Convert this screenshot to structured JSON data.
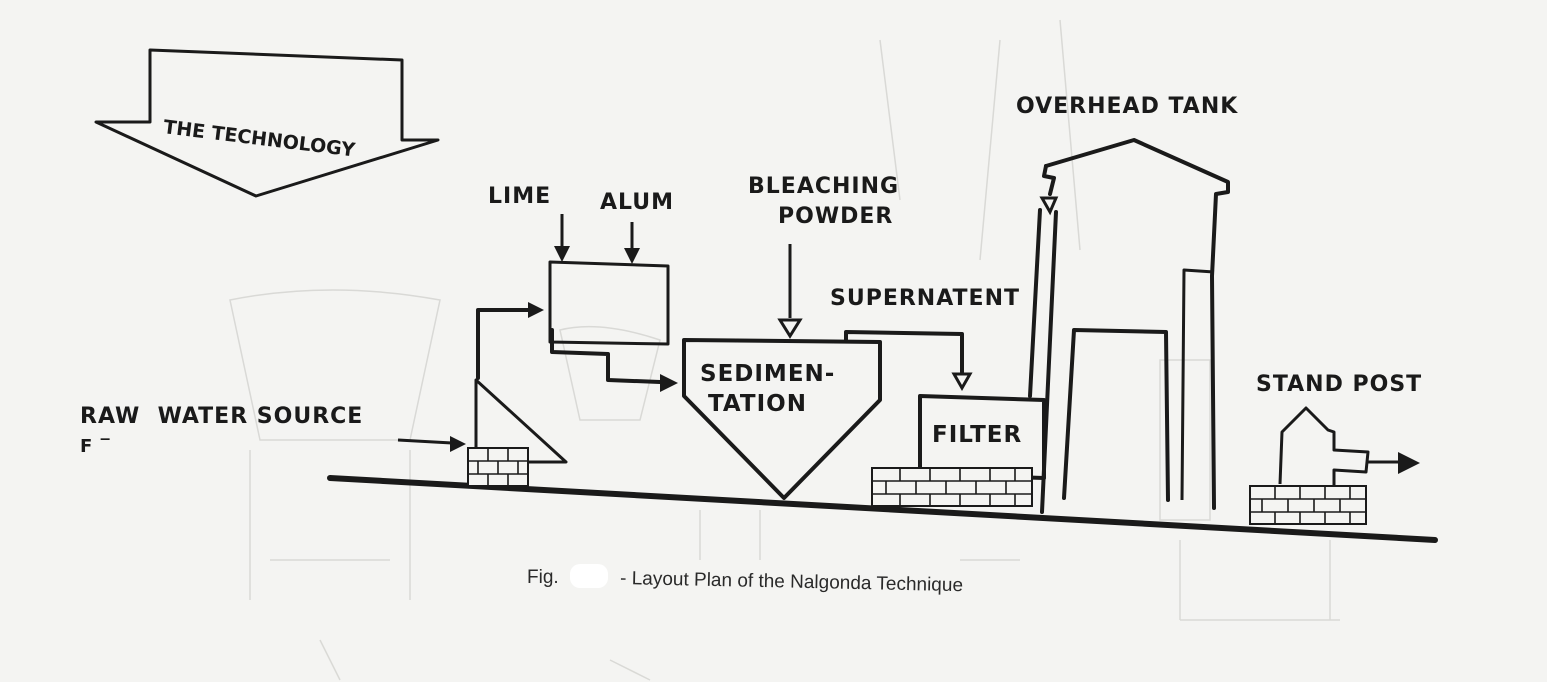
{
  "diagram": {
    "banner": "THE TECHNOLOGY",
    "labels": {
      "lime": "LIME",
      "alum": "ALUM",
      "bleaching_1": "BLEACHING",
      "bleaching_2": "POWDER",
      "overhead_tank": "OVERHEAD TANK",
      "supernatent": "SUPERNATENT",
      "sedimentation_1": "SEDIMEN-",
      "sedimentation_2": "TATION",
      "filter": "FILTER",
      "stand_post": "STAND POST",
      "raw_water_source": "RAW  WATER SOURCE",
      "raw_sub": "F ‾"
    },
    "caption": {
      "fig": "Fig.",
      "text": "-  Layout Plan of the Nalgonda Technique"
    }
  },
  "colors": {
    "ink": "#1a1a1a",
    "paper": "#f4f4f2",
    "bleed_through": "#d9d9d6"
  }
}
